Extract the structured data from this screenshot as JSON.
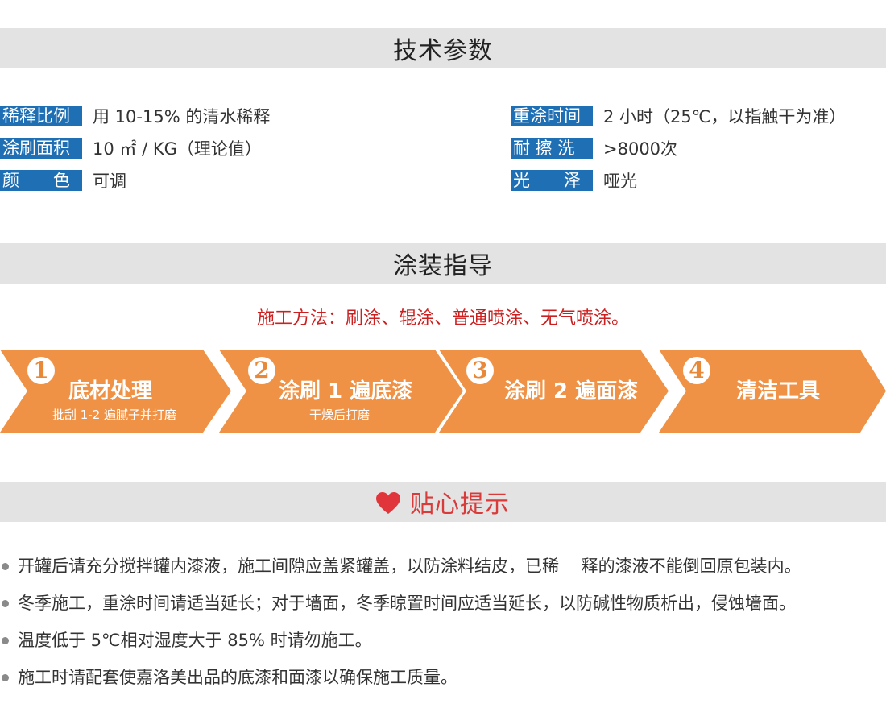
{
  "sections": {
    "tech_title": "技术参数",
    "guide_title": "涂装指导",
    "tips_title": "贴心提示"
  },
  "params": [
    {
      "label": "稀释比例",
      "value": "用 10-15% 的清水稀释"
    },
    {
      "label": "涂刷面积",
      "value": "10 ㎡ / KG（理论值）"
    },
    {
      "label": "颜　　色",
      "value": "可调"
    },
    {
      "label": "重涂时间",
      "value": "2 小时（25℃，以指触干为准）"
    },
    {
      "label": "耐 擦 洗",
      "value": ">8000次"
    },
    {
      "label": "光　　泽",
      "value": "哑光"
    }
  ],
  "method": "施工方法：刷涂、辊涂、普通喷涂、无气喷涂。",
  "steps": [
    {
      "num": "1",
      "title": "底材处理",
      "sub": "批刮 1-2 遍腻子并打磨"
    },
    {
      "num": "2",
      "title": "涂刷 1 遍底漆",
      "sub": "干燥后打磨"
    },
    {
      "num": "3",
      "title": "涂刷 2 遍面漆",
      "sub": ""
    },
    {
      "num": "4",
      "title": "清洁工具",
      "sub": ""
    }
  ],
  "tips": [
    "开罐后请充分搅拌罐内漆液，施工间隙应盖紧罐盖，以防涂料结皮，已稀　 释的漆液不能倒回原包装内。",
    "冬季施工，重涂时间请适当延长；对于墙面，冬季晾置时间应适当延长，以防碱性物质析出，侵蚀墙面。",
    "温度低于 5℃相对湿度大于 85% 时请勿施工。",
    "施工时请配套使嘉洛美出品的底漆和面漆以确保施工质量。"
  ],
  "colors": {
    "tag_blue": "#1f6fb5",
    "step_orange": "#ef9245",
    "method_red": "#cc1f1f",
    "heart_red": "#e0353a",
    "band_gray": "#e3e3e3"
  },
  "icons": {
    "heart": "heart-icon",
    "bullet": "bullet-dot-icon"
  }
}
